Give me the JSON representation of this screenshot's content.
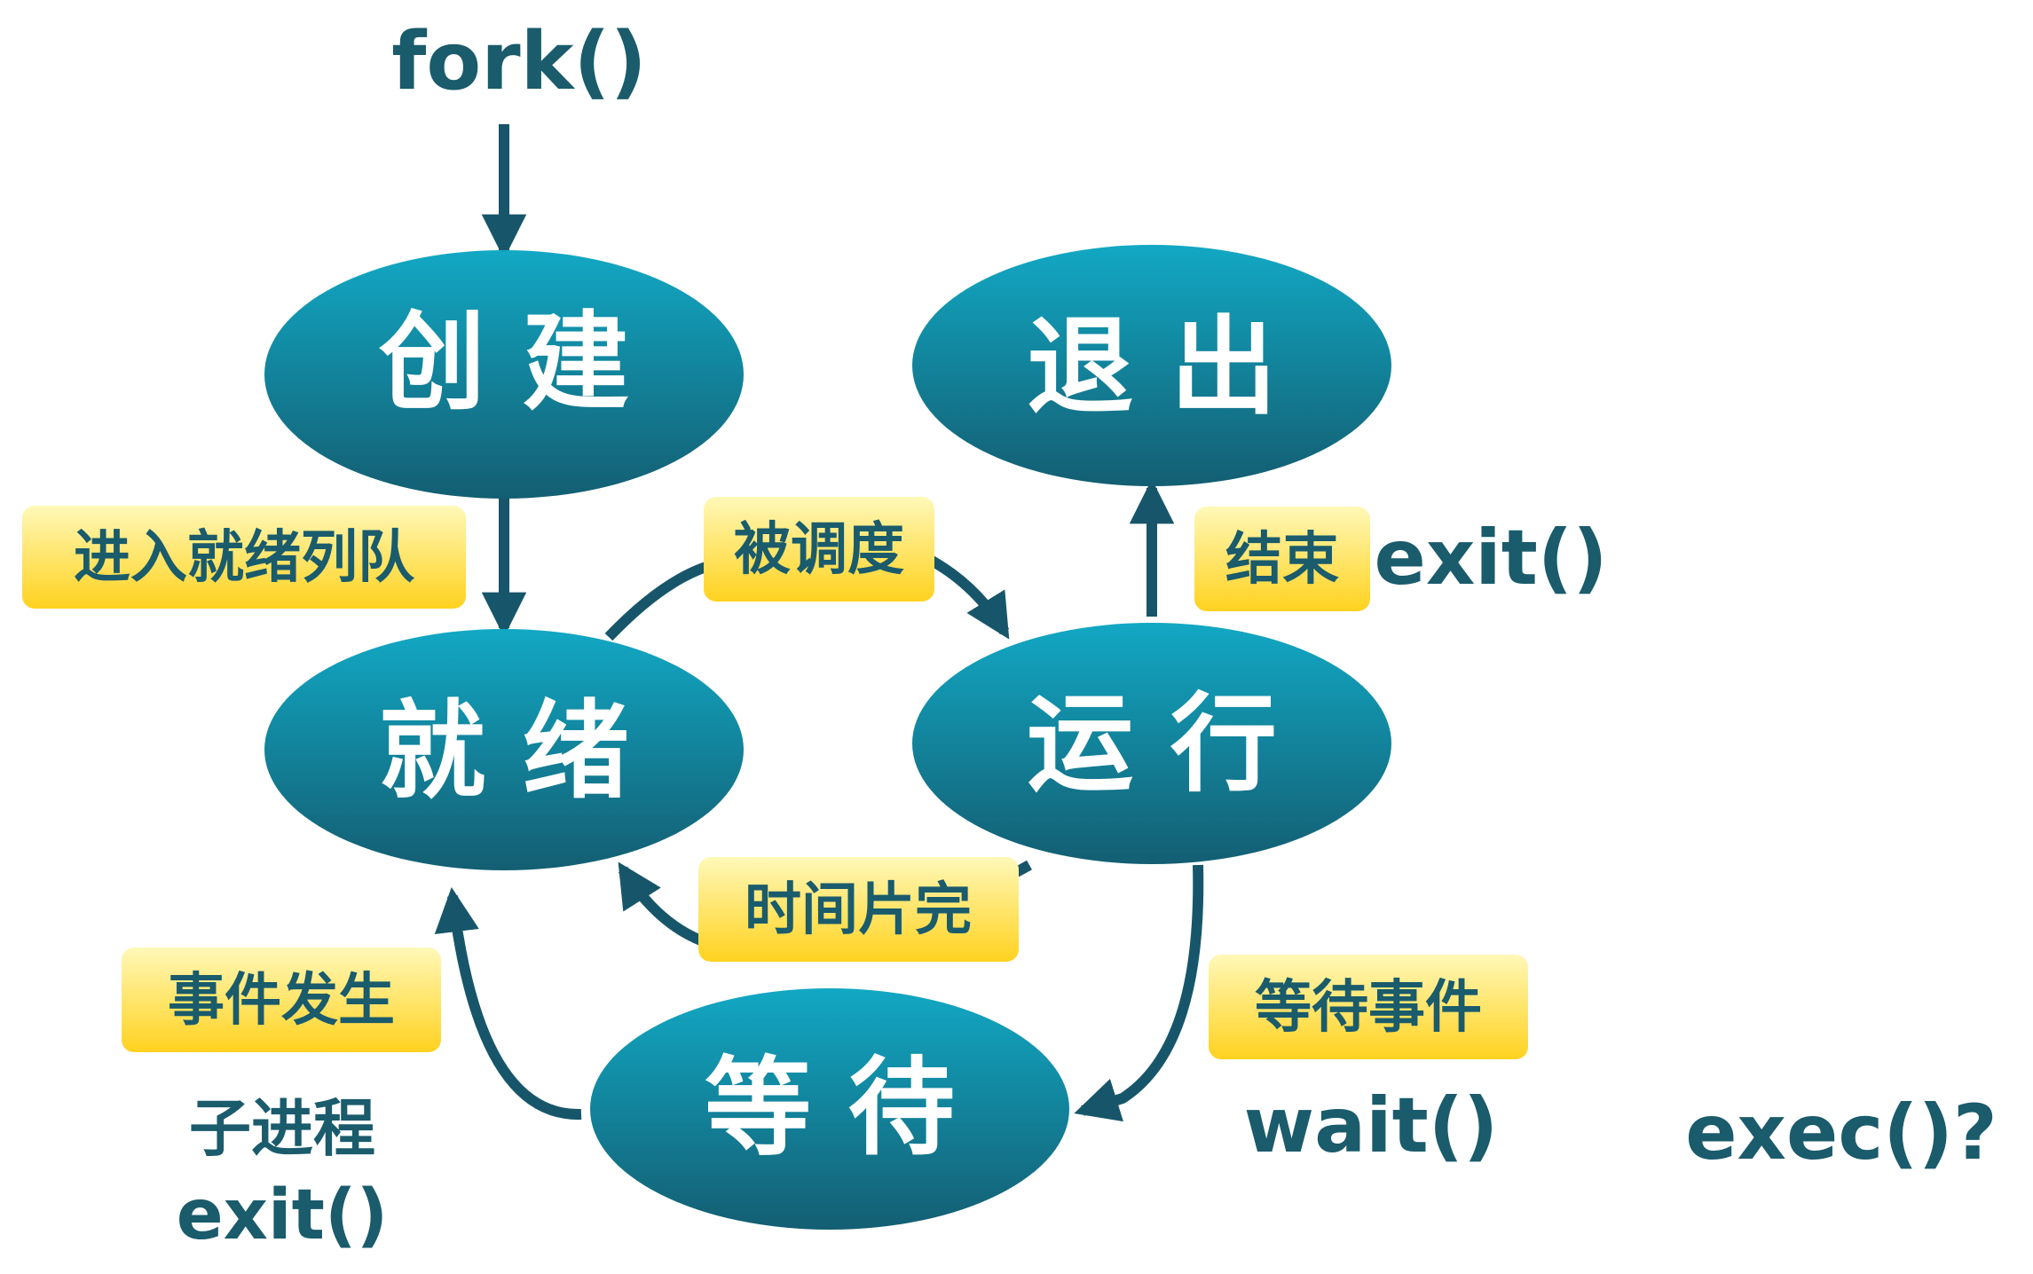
{
  "colors": {
    "node_top": "#12a8c4",
    "node_bottom": "#135e72",
    "arrow": "#17566a",
    "label_top": "#fff8b8",
    "label_bottom": "#ffd21f",
    "text_dark": "#1a5b6c"
  },
  "nodes": {
    "create": "创 建",
    "ready": "就 绪",
    "running": "运 行",
    "exit": "退 出",
    "waiting": "等 待"
  },
  "transitions": {
    "enter_ready_queue": "进入就绪列队",
    "scheduled": "被调度",
    "finish": "结束",
    "time_slice_done": "时间片完",
    "wait_event": "等待事件",
    "event_occurs": "事件发生"
  },
  "calls": {
    "fork": "fork()",
    "exit": "exit()",
    "wait": "wait()",
    "child_process": "子进程",
    "child_exit": "exit()",
    "exec_question": "exec()?"
  }
}
